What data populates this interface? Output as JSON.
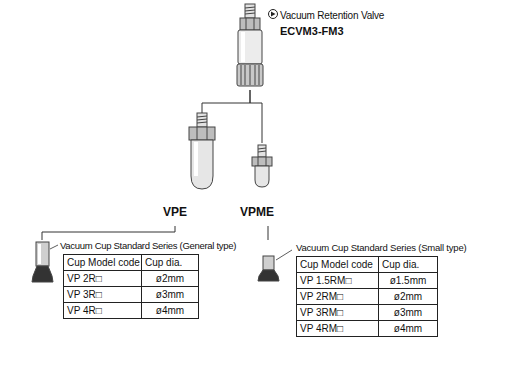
{
  "diagram": {
    "nodes": [
      {
        "text": [
          "Vacuum Retention Valve",
          "ECVM3-FM3"
        ]
      },
      {
        "text": [
          "VPE"
        ]
      },
      {
        "text": [
          "VPME"
        ]
      },
      {
        "text": [
          "Vacuum Cup Standard Series (General type)"
        ]
      },
      {
        "text": [
          "Vacuum Cup Standard Series (Small type)"
        ]
      }
    ],
    "edges": [
      {
        "from": 0,
        "to": 1,
        "arrow": "none"
      },
      {
        "from": 0,
        "to": 2,
        "arrow": "none"
      },
      {
        "from": 1,
        "to": 3,
        "arrow": "none"
      },
      {
        "from": 2,
        "to": 4,
        "arrow": "none"
      }
    ],
    "labels": [
      "Cup Model code",
      "Cup dia.",
      "VP 2R□",
      "ø2mm",
      "VP 3R□",
      "ø3mm",
      "VP 4R□",
      "ø4mm",
      "Cup Model code",
      "Cup dia.",
      "VP 1.5RM□",
      "ø1.5mm",
      "VP 2RM□",
      "ø2mm",
      "VP 3RM□",
      "ø3mm",
      "VP 4RM□",
      "ø4mm"
    ]
  }
}
